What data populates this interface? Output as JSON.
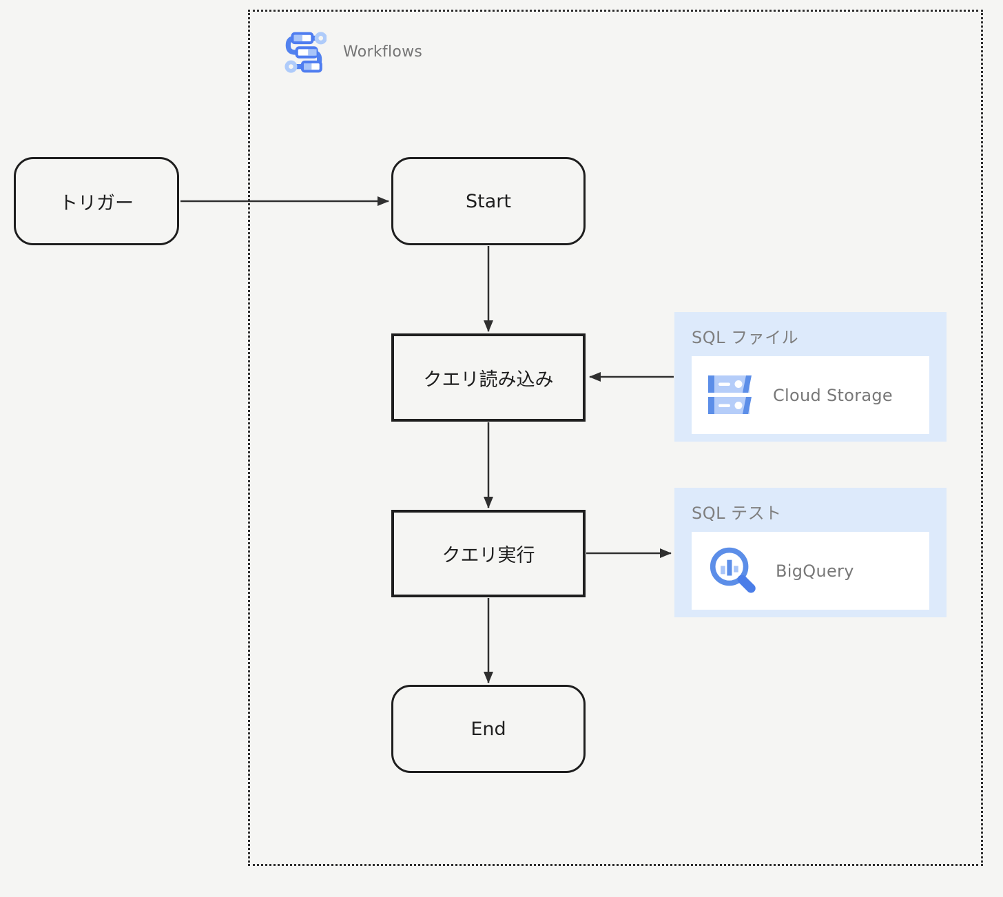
{
  "container": {
    "label": "Workflows"
  },
  "nodes": {
    "trigger": {
      "label": "トリガー",
      "shape": "rounded"
    },
    "start": {
      "label": "Start",
      "shape": "rounded"
    },
    "load_query": {
      "label": "クエリ読み込み",
      "shape": "rect"
    },
    "run_query": {
      "label": "クエリ実行",
      "shape": "rect"
    },
    "end": {
      "label": "End",
      "shape": "rounded"
    }
  },
  "panels": {
    "sql_file": {
      "title": "SQL ファイル",
      "service": "Cloud Storage",
      "icon": "cloud-storage-icon"
    },
    "sql_test": {
      "title": "SQL テスト",
      "service": "BigQuery",
      "icon": "bigquery-icon"
    }
  },
  "edges": [
    {
      "from": "trigger",
      "to": "start"
    },
    {
      "from": "start",
      "to": "load_query"
    },
    {
      "from": "load_query",
      "to": "run_query"
    },
    {
      "from": "run_query",
      "to": "end"
    },
    {
      "from": "sql_file",
      "to": "load_query"
    },
    {
      "from": "run_query",
      "to": "sql_test"
    }
  ],
  "colors": {
    "background": "#f5f5f3",
    "frame_border": "#2f2f2f",
    "node_border": "#1e1e1e",
    "node_text": "#1f1f1f",
    "arrow": "#2f2f2f",
    "panel_background": "#ddeafb",
    "card_background": "#ffffff",
    "muted_text": "#7a7a7a",
    "icon_blue": "#5282ef",
    "icon_blue_mid": "#5c8ee8",
    "icon_blue_light": "#aecbfa"
  }
}
